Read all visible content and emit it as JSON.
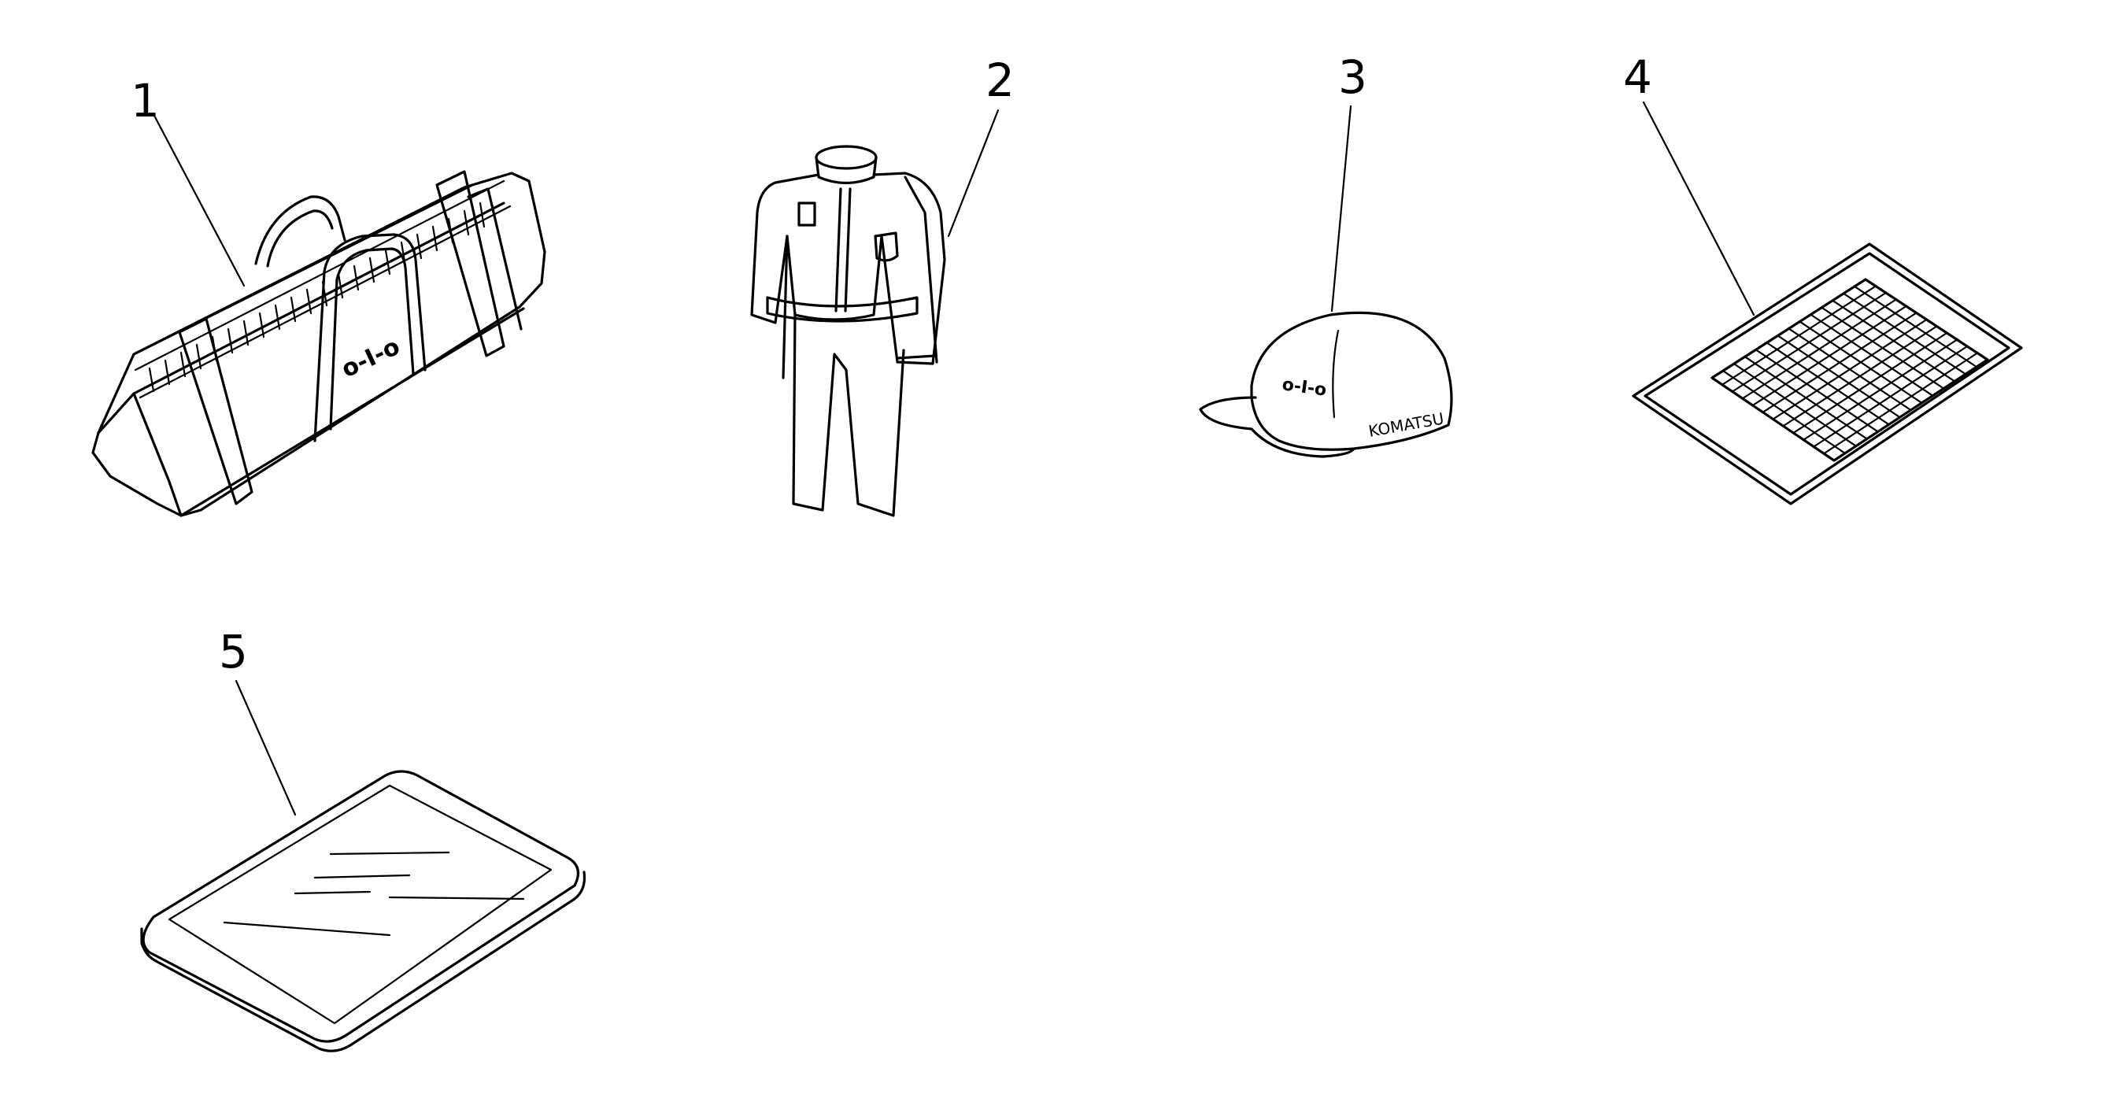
{
  "diagram": {
    "callouts": [
      {
        "id": "1",
        "text": "1"
      },
      {
        "id": "2",
        "text": "2"
      },
      {
        "id": "3",
        "text": "3"
      },
      {
        "id": "4",
        "text": "4"
      },
      {
        "id": "5",
        "text": "5"
      }
    ],
    "cap_text": "KOMATSU",
    "logo_text": "o-I-o",
    "parts": [
      {
        "callout": "1",
        "item": "tool-bag-icon"
      },
      {
        "callout": "2",
        "item": "coverall-icon"
      },
      {
        "callout": "3",
        "item": "cap-icon"
      },
      {
        "callout": "4",
        "item": "grid-mat-icon"
      },
      {
        "callout": "5",
        "item": "glass-panel-icon"
      }
    ]
  }
}
